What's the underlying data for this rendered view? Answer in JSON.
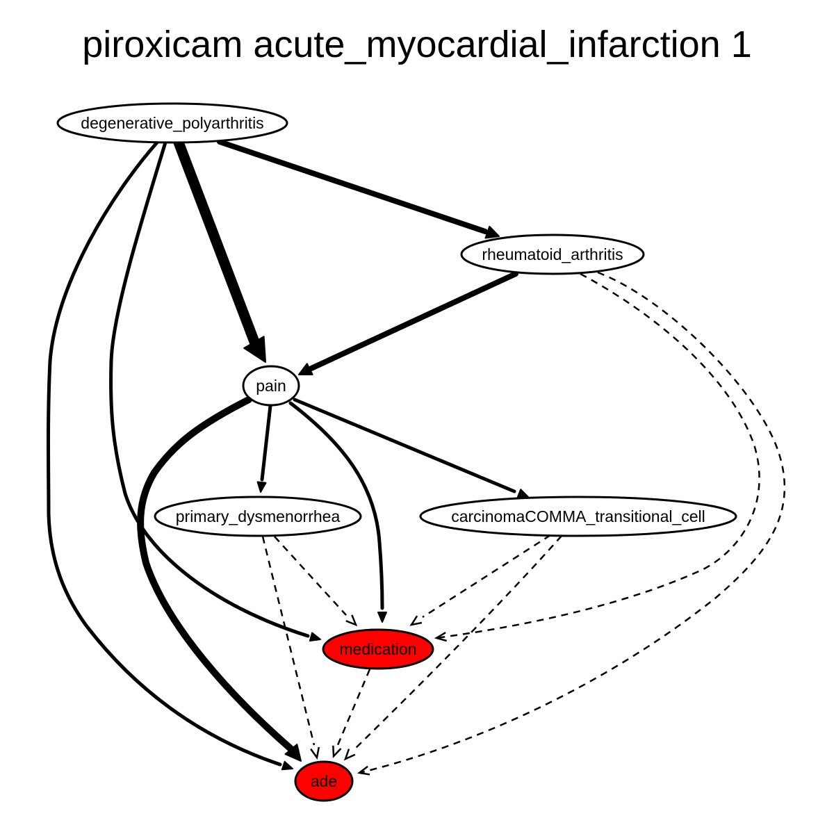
{
  "title": "piroxicam acute_myocardial_infarction 1",
  "colors": {
    "highlight_fill": "#ff0000",
    "default_fill": "#ffffff",
    "stroke": "#000000"
  },
  "nodes": [
    {
      "id": "degenerative_polyarthritis",
      "label": "degenerative_polyarthritis",
      "highlighted": false
    },
    {
      "id": "rheumatoid_arthritis",
      "label": "rheumatoid_arthritis",
      "highlighted": false
    },
    {
      "id": "pain",
      "label": "pain",
      "highlighted": false
    },
    {
      "id": "primary_dysmenorrhea",
      "label": "primary_dysmenorrhea",
      "highlighted": false
    },
    {
      "id": "carcinoma_transitional_cell",
      "label": "carcinomaCOMMA_transitional_cell",
      "highlighted": false
    },
    {
      "id": "medication",
      "label": "medication",
      "highlighted": true
    },
    {
      "id": "ade",
      "label": "ade",
      "highlighted": true
    }
  ],
  "edges": [
    {
      "from": "degenerative_polyarthritis",
      "to": "pain",
      "style": "solid"
    },
    {
      "from": "degenerative_polyarthritis",
      "to": "rheumatoid_arthritis",
      "style": "solid"
    },
    {
      "from": "degenerative_polyarthritis",
      "to": "medication",
      "style": "solid"
    },
    {
      "from": "degenerative_polyarthritis",
      "to": "ade",
      "style": "solid"
    },
    {
      "from": "rheumatoid_arthritis",
      "to": "pain",
      "style": "solid"
    },
    {
      "from": "rheumatoid_arthritis",
      "to": "medication",
      "style": "dashed"
    },
    {
      "from": "rheumatoid_arthritis",
      "to": "ade",
      "style": "dashed"
    },
    {
      "from": "pain",
      "to": "primary_dysmenorrhea",
      "style": "solid"
    },
    {
      "from": "pain",
      "to": "carcinoma_transitional_cell",
      "style": "solid"
    },
    {
      "from": "pain",
      "to": "medication",
      "style": "solid"
    },
    {
      "from": "pain",
      "to": "ade",
      "style": "solid"
    },
    {
      "from": "primary_dysmenorrhea",
      "to": "medication",
      "style": "dashed"
    },
    {
      "from": "primary_dysmenorrhea",
      "to": "ade",
      "style": "dashed"
    },
    {
      "from": "carcinoma_transitional_cell",
      "to": "medication",
      "style": "dashed"
    },
    {
      "from": "carcinoma_transitional_cell",
      "to": "ade",
      "style": "dashed"
    },
    {
      "from": "medication",
      "to": "ade",
      "style": "dashed"
    }
  ]
}
